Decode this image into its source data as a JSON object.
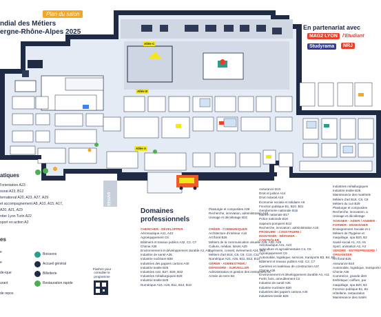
{
  "title": {
    "tag": "Plan du salon",
    "line1": "ndial des Métiers",
    "line2": "ergne-Rhône-Alpes 2025"
  },
  "partners": {
    "heading": "En partenariat avec",
    "logos": [
      "MAG2 LYON",
      "l'Etudiant",
      "Studyrama",
      "NRJ"
    ]
  },
  "alleys": [
    "Allée C",
    "Allée B",
    "Allée A"
  ],
  "entrance": "ENTRÉE",
  "left_panel": {
    "heading": "atiques",
    "lines": [
      "l'orientation A23",
      "ourat A23, B12",
      "ternational A20, A23, A27, A29",
      "et accompagnement A8, A10, A15, A17,",
      "A20, A21, A23",
      "ntier Lyon Turin A22",
      "sport en action A2"
    ],
    "legend_heading": "es"
  },
  "legend": {
    "left_items": [
      "e",
      "e",
      "de-ique",
      "urant",
      "de repos"
    ],
    "items": [
      {
        "label": "Boissons",
        "color": "#2a9d8f"
      },
      {
        "label": "Accueil général",
        "color": "#1f2a44"
      },
      {
        "label": "Billetterie",
        "color": "#1f2a44"
      },
      {
        "label": "Restauration rapide",
        "color": "#4caf50"
      }
    ]
  },
  "qr_caption": "Flashez pour consulter le programme",
  "domains_heading": "Domaines professionnels",
  "columns": [
    {
      "groups": [
        {
          "head": "",
          "lines": [
            "Plasturgie et composites A39",
            "Recherche, innovation, administration A18",
            "Usinage et décolletage B31"
          ]
        }
      ]
    },
    {
      "groups": [
        {
          "head": "",
          "lines": [
            "Assurance B10",
            "Droit et justice A14",
            "Droit notarial A13",
            "Économie sociale et solidaire A9",
            "Fonction publique B1, B10, B21",
            "Gendarmerie nationale B15",
            "Marine nationale B17",
            "Police nationale B16",
            "Sapeurs-pompiers B13",
            "Recherche, innovation, administration A18"
          ]
        },
        {
          "head": "PRODUIRE - CONSTRUIRE / MAINTENIR - RÉPARER - CONTRÔLER",
          "lines": [
            "Aéronautique A41, A43",
            "Agriculture et agroalimentaire C4, C5",
            "Agroéquipement C6",
            "Automobile, logistique, services, transports B3, B4, B5",
            "Bâtiment et travaux publics A32, C2, C7",
            "Carrières et matériaux de construction A37",
            "Chimie A36",
            "Environnement et développement durable A4, A11",
            "Forêt, bois, ameublement C2",
            "Industrie de santé A35",
            "Industrie nucléaire B30",
            "Industries des papiers cartons A40",
            "Industries textile B25"
          ]
        }
      ]
    },
    {
      "groups": [
        {
          "head": "CHERCHER - DÉVELOPPER",
          "lines": [
            "Aéronautique A41, A43",
            "Agroéquipement C6",
            "Bâtiment et travaux publics A32, C2, C7",
            "Chimie A36",
            "Environnement et développement durable A4, A11",
            "Industrie de santé A35",
            "Industrie nucléaire B30",
            "Industries des papiers cartons A40",
            "Industrie textile B25",
            "Industries A42, B27, B29, B32",
            "Industries métallurgiques B28",
            "Industrie textile B25",
            "Numérique A24, A26, B11, B12, B13"
          ]
        }
      ]
    },
    {
      "groups": [
        {
          "head": "CRÉER - COMMUNIQUER",
          "lines": [
            "Architecture d'intérieur A19",
            "Art floral B26",
            "Métiers de la communication visuelle A25, A26, A28",
            "Culture, médias, loisirs A29",
            "Ingénierie, conseil, évènement A24, B14",
            "Métiers d'art B18, C8, C9, C10, C11",
            "Numérique A24, A26, B11, B12, B13"
          ]
        },
        {
          "head": "GÉRER - ADMINISTRER / DÉFENDRE - SURVEILLER",
          "lines": [
            "Administration et gestion des entreprises A8",
            "Armée de terre B2"
          ]
        }
      ]
    },
    {
      "groups": [
        {
          "head": "",
          "lines": [
            "Industries métallurgiques",
            "Industrie textile B25",
            "Maintenance des matériels",
            "Métiers d'art B18, C8, C9",
            "Métiers du cuir B29",
            "Plasturgie et composites",
            "Recherche, innovation, a",
            "Usinage et décolletage"
          ]
        },
        {
          "head": "SOIGNER - AIDER / ANIMER - FORMER - ENSEIGNER",
          "lines": [
            "Enseignement Sociale et s",
            "Métiers de l'hygiène et",
            "maquillage, spa B20, B2",
            "Santé-social A1, A3, A5",
            "Sport, animation A2, A3"
          ]
        },
        {
          "head": "VENDRE - ENTREPRENDRE / ORGANISER",
          "lines": [
            "Art floral B26",
            "Assurance B10",
            "Automobile, logistique, transports B3, B4, B5",
            "Chimie A36",
            "Commerce, grande distr",
            "Esthétique, coiffure, par",
            "maquillage, spa B20, B2",
            "Fonction publique B1, B1",
            "Hôtellerie, restauration",
            "Maintenance des matéri"
          ]
        }
      ]
    }
  ]
}
